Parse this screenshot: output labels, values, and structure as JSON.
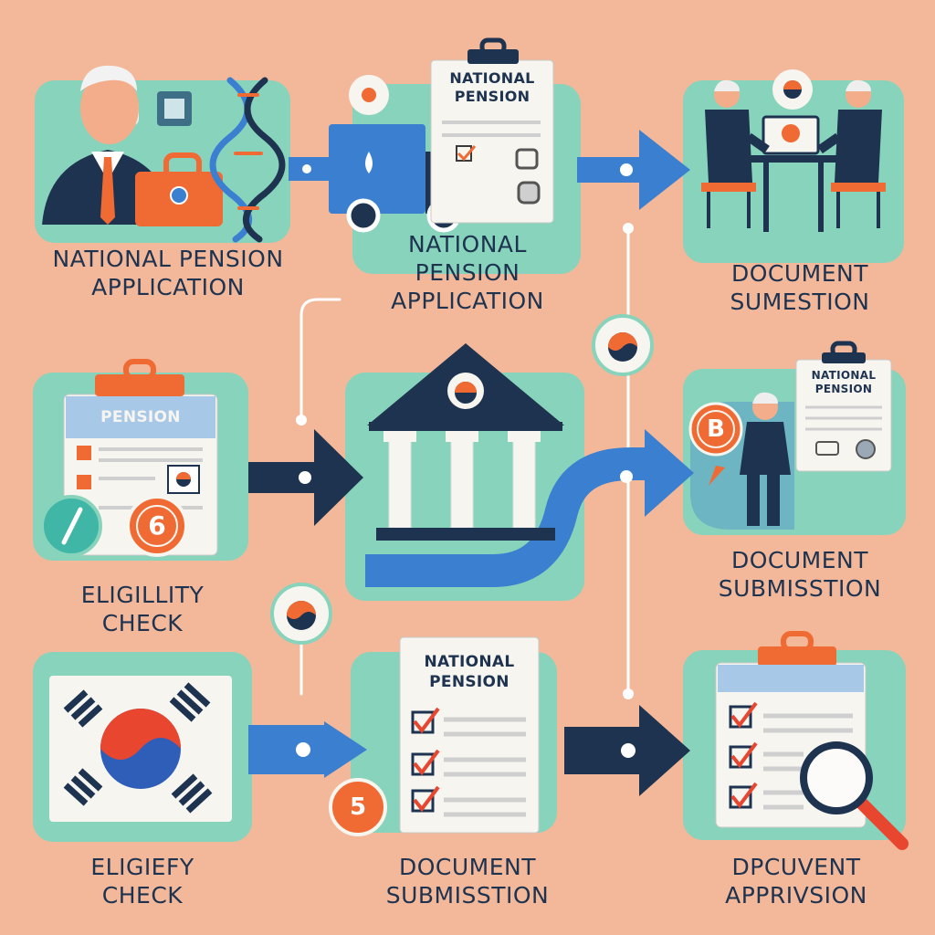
{
  "theme": {
    "background": "#f2b899",
    "panel": "#88d3bb",
    "navy": "#1e3350",
    "blue": "#3b7fd1",
    "orange": "#f06b33",
    "paper": "#f7f5f0"
  },
  "steps": [
    {
      "line1": "NATIONAL PENSION",
      "line2": "APPLICATION"
    },
    {
      "line1": "NATIONAL",
      "line2": "PENSION",
      "line3": "APPLICATION"
    },
    {
      "line1": "DOCUMENT",
      "line2": "SUMESTION"
    },
    {
      "line1": "ELIGILLITY",
      "line2": "CHECK"
    },
    {
      "line1": "DOCUMENT",
      "line2": "SUBMISSTION"
    },
    {
      "line1": "ELIGIEFY",
      "line2": "CHECK"
    },
    {
      "line1": "DOCUMENT",
      "line2": "SUBMISSTION"
    },
    {
      "line1": "DPCUVENT",
      "line2": "APPRIVSION"
    }
  ],
  "documents": {
    "doc_a": {
      "line1": "NATIONAL",
      "line2": "PENSION"
    },
    "doc_b": {
      "line1": "NATIONAL",
      "line2": "PENSION"
    },
    "doc_c": {
      "line1": "PENSION"
    },
    "doc_d": {
      "line1": "NATIONAL",
      "line2": "PENSION"
    }
  },
  "badges": {
    "badge_6": "6",
    "badge_b": "B",
    "badge_5": "5"
  }
}
